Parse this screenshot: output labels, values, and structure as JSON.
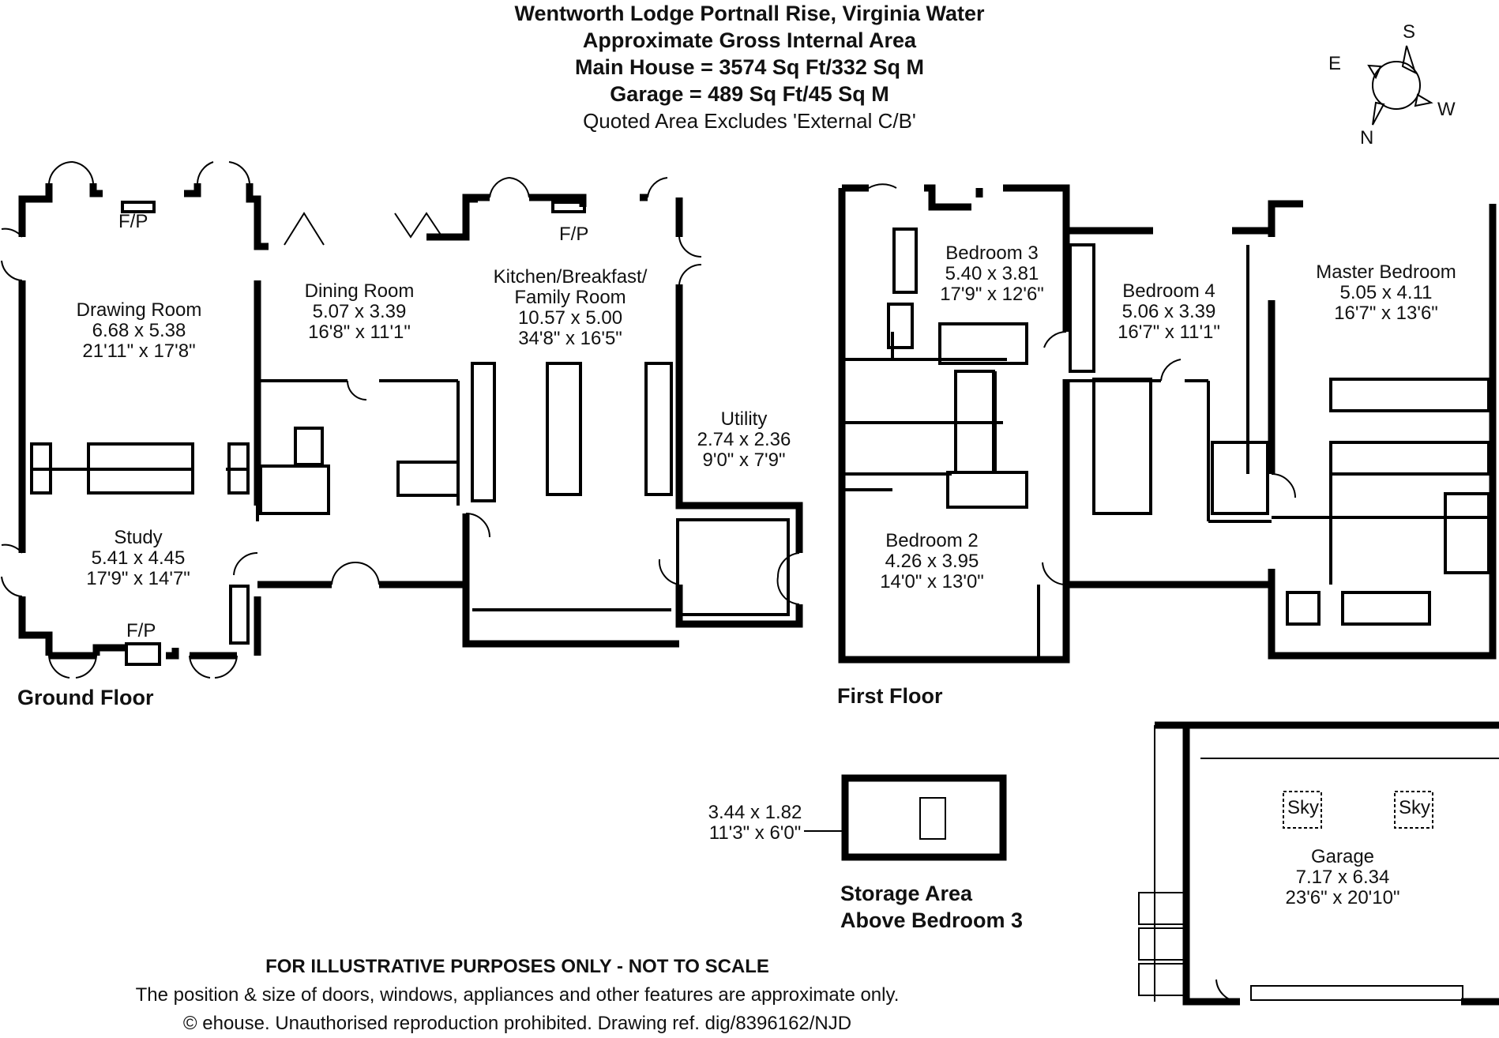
{
  "header": {
    "title": "Wentworth Lodge Portnall Rise, Virginia Water",
    "subtitle": "Approximate Gross Internal Area",
    "main_house": "Main House = 3574 Sq Ft/332 Sq M",
    "garage": "Garage = 489 Sq Ft/45 Sq M",
    "note": "Quoted Area Excludes 'External C/B'"
  },
  "compass": {
    "s": "S",
    "e": "E",
    "w": "W",
    "n": "N"
  },
  "ground_floor": {
    "label": "Ground Floor",
    "rooms": {
      "drawing": {
        "name": "Drawing Room",
        "metric": "6.68 x 5.38",
        "imperial": "21'11\" x 17'8\"",
        "fp": "F/P"
      },
      "dining": {
        "name": "Dining Room",
        "metric": "5.07 x 3.39",
        "imperial": "16'8\" x 11'1\""
      },
      "kitchen": {
        "name1": "Kitchen/Breakfast/",
        "name2": "Family Room",
        "metric": "10.57 x 5.00",
        "imperial": "34'8\" x 16'5\"",
        "fp": "F/P"
      },
      "utility": {
        "name": "Utility",
        "metric": "2.74 x 2.36",
        "imperial": "9'0\" x 7'9\""
      },
      "study": {
        "name": "Study",
        "metric": "5.41 x 4.45",
        "imperial": "17'9\" x 14'7\"",
        "fp": "F/P"
      }
    }
  },
  "first_floor": {
    "label": "First Floor",
    "rooms": {
      "bed3": {
        "name": "Bedroom 3",
        "metric": "5.40 x 3.81",
        "imperial": "17'9\" x 12'6\""
      },
      "bed4": {
        "name": "Bedroom 4",
        "metric": "5.06 x 3.39",
        "imperial": "16'7\" x 11'1\""
      },
      "master": {
        "name": "Master Bedroom",
        "metric": "5.05 x 4.11",
        "imperial": "16'7\" x 13'6\""
      },
      "bed2": {
        "name": "Bedroom 2",
        "metric": "4.26 x 3.95",
        "imperial": "14'0\" x 13'0\""
      }
    }
  },
  "storage": {
    "metric": "3.44 x 1.82",
    "imperial": "11'3\" x 6'0\"",
    "label1": "Storage Area",
    "label2": "Above Bedroom 3"
  },
  "garage": {
    "name": "Garage",
    "metric": "7.17 x 6.34",
    "imperial": "23'6\" x 20'10\"",
    "sky": "Sky"
  },
  "footer": {
    "line1": "FOR ILLUSTRATIVE PURPOSES ONLY - NOT TO SCALE",
    "line2": "The position & size of doors, windows, appliances and other features are approximate only.",
    "line3": "© ehouse. Unauthorised reproduction prohibited. Drawing ref. dig/8396162/NJD"
  }
}
